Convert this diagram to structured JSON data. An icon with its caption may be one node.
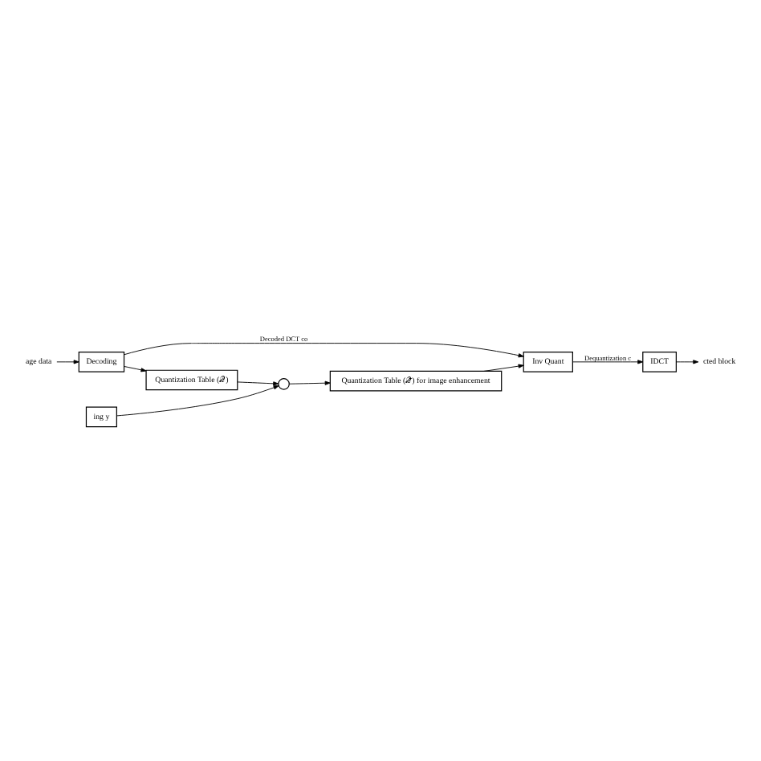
{
  "diagram": {
    "nodes": [
      {
        "text": [
          "age data"
        ]
      },
      {
        "text": [
          "Decoding"
        ]
      },
      {
        "text": [
          "ing y"
        ]
      },
      {
        "text": [],
        "shape": "circle"
      },
      {
        "text": [
          "Quantization Table (𝒬)"
        ]
      },
      {
        "text": [
          "Quantization Table (𝒬̄) for image enhancement"
        ]
      },
      {
        "text": [
          "Inv Quant"
        ]
      },
      {
        "text": [
          "IDCT"
        ]
      },
      {
        "text": [
          "cted block"
        ]
      }
    ],
    "edges": [
      {
        "from": 0,
        "to": 1,
        "arrow": "to"
      },
      {
        "from": 1,
        "to": 6,
        "arrow": "to",
        "label": "Decoded DCT co"
      },
      {
        "from": 1,
        "to": 4,
        "arrow": "to"
      },
      {
        "from": 2,
        "to": 3,
        "arrow": "to"
      },
      {
        "from": 4,
        "to": 3,
        "arrow": "to"
      },
      {
        "from": 3,
        "to": 5,
        "arrow": "to"
      },
      {
        "from": 5,
        "to": 6,
        "arrow": "to"
      },
      {
        "from": 6,
        "to": 7,
        "arrow": "to",
        "label": "Dequantization c"
      },
      {
        "from": 7,
        "to": 8,
        "arrow": "to"
      }
    ]
  }
}
